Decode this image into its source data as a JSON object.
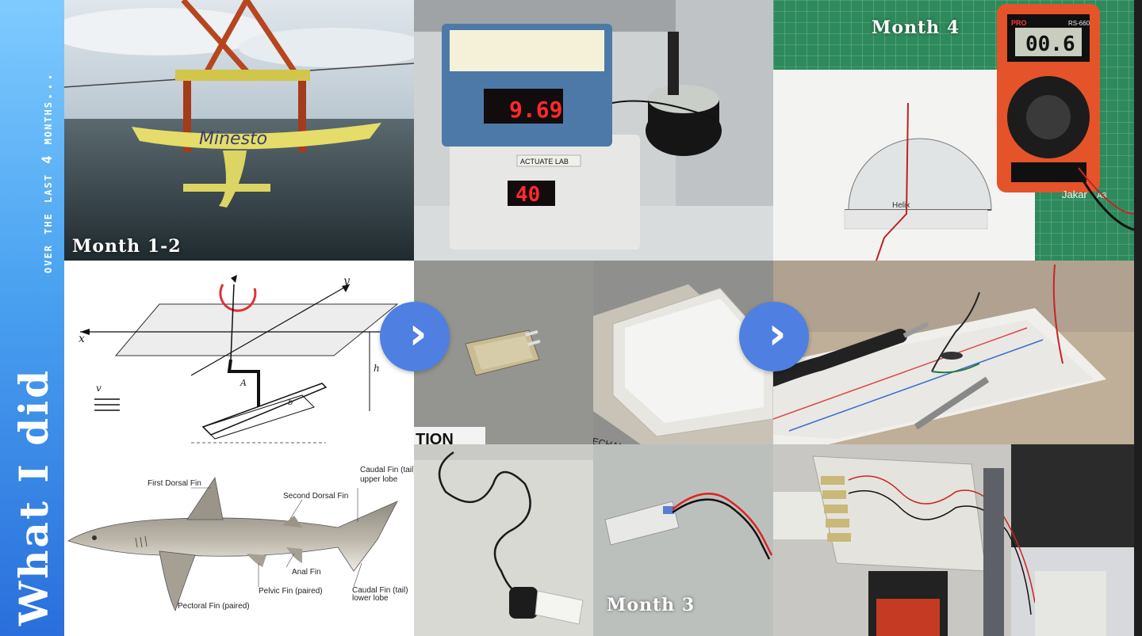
{
  "sidebar": {
    "title": "What I did",
    "subtitle": "over the last 4 months..."
  },
  "captions": {
    "month_1_2": "Month 1-2",
    "month_3": "Month 3",
    "month_4": "Month 4"
  },
  "kite_photo": {
    "brand": "Minesto"
  },
  "lab_photo": {
    "top_display": "9.69",
    "bottom_display": "40",
    "lab_label": "ACTUATE LAB"
  },
  "multimeter_photo": {
    "display": "00.6",
    "brand": "PRO",
    "model": "RS-660",
    "mat_brand": "Jakar",
    "mat_size": "A3",
    "protractor_brand": "Helix"
  },
  "hydrofoil_diagram": {
    "label_x": "x",
    "label_y": "y",
    "label_v": "v",
    "label_h": "h",
    "label_b": "b",
    "label_a": "A"
  },
  "shark_diagram": {
    "labels": [
      "First Dorsal Fin",
      "Second Dorsal Fin",
      "Caudal Fin (tail)",
      "upper lobe",
      "Anal Fin",
      "Pelvic Fin (paired)",
      "Caudal Fin (tail)",
      "lower lobe",
      "Pectoral Fin (paired)"
    ]
  },
  "piezo_photo": {
    "fragment": "TION"
  },
  "laminate_photo": {
    "fragment": "ECHANICAL"
  },
  "nav": {
    "arrow_glyph": "›"
  }
}
